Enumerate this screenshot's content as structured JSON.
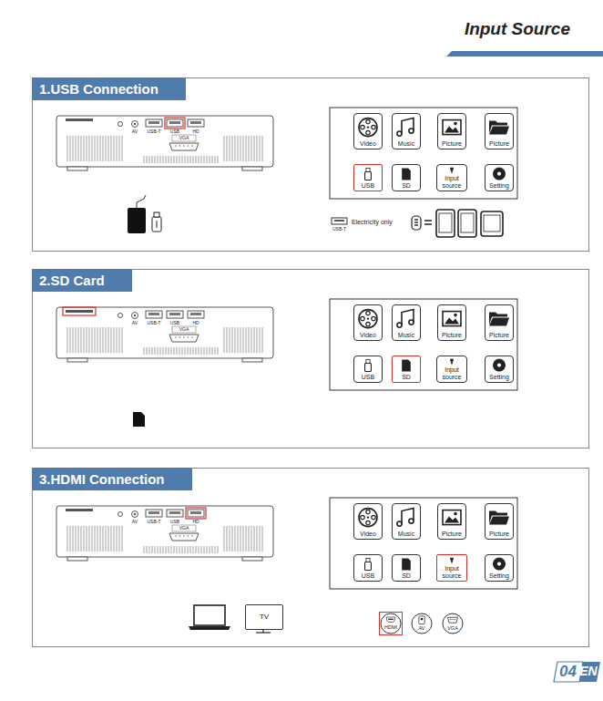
{
  "diagram": {
    "title": "Input Source",
    "nodes": [
      {
        "text": [
          "1.USB Connection"
        ]
      },
      {
        "text": [
          "Video"
        ],
        "in": 0
      },
      {
        "text": [
          "Music"
        ],
        "in": 0
      },
      {
        "text": [
          "Picture"
        ],
        "in": 0
      },
      {
        "text": [
          "Picture"
        ],
        "in": 0
      },
      {
        "text": [
          "USB"
        ],
        "in": 0
      },
      {
        "text": [
          "SD"
        ],
        "in": 0
      },
      {
        "text": [
          "Input source"
        ],
        "in": 0
      },
      {
        "text": [
          "Setting"
        ],
        "in": 0
      },
      {
        "text": [
          "2.SD Card"
        ]
      },
      {
        "text": [
          "Video"
        ],
        "in": 9
      },
      {
        "text": [
          "Music"
        ],
        "in": 9
      },
      {
        "text": [
          "Picture"
        ],
        "in": 9
      },
      {
        "text": [
          "Picture"
        ],
        "in": 9
      },
      {
        "text": [
          "USB"
        ],
        "in": 9
      },
      {
        "text": [
          "SD"
        ],
        "in": 9
      },
      {
        "text": [
          "Input source"
        ],
        "in": 9
      },
      {
        "text": [
          "Setting"
        ],
        "in": 9
      },
      {
        "text": [
          "3.HDMI Connection"
        ]
      },
      {
        "text": [
          "Video"
        ],
        "in": 18
      },
      {
        "text": [
          "Music"
        ],
        "in": 18
      },
      {
        "text": [
          "Picture"
        ],
        "in": 18
      },
      {
        "text": [
          "Picture"
        ],
        "in": 18
      },
      {
        "text": [
          "USB"
        ],
        "in": 18
      },
      {
        "text": [
          "SD"
        ],
        "in": 18
      },
      {
        "text": [
          "Input source"
        ],
        "in": 18
      },
      {
        "text": [
          "Setting"
        ],
        "in": 18
      },
      {
        "text": [
          "TV"
        ],
        "in": 18
      },
      {
        "text": [
          "HDMI"
        ],
        "in": 18
      },
      {
        "text": [
          "AV"
        ],
        "in": 18
      },
      {
        "text": [
          "VGA"
        ],
        "in": 18
      }
    ],
    "labels": [
      "AV",
      "USB-T",
      "USB",
      "HD",
      "VGA",
      "USB-T",
      "Electricity only",
      "AV",
      "USB-T",
      "USB",
      "HD",
      "VGA",
      "AV",
      "USB-T",
      "USB",
      "HD",
      "VGA",
      "04",
      "EN"
    ]
  }
}
